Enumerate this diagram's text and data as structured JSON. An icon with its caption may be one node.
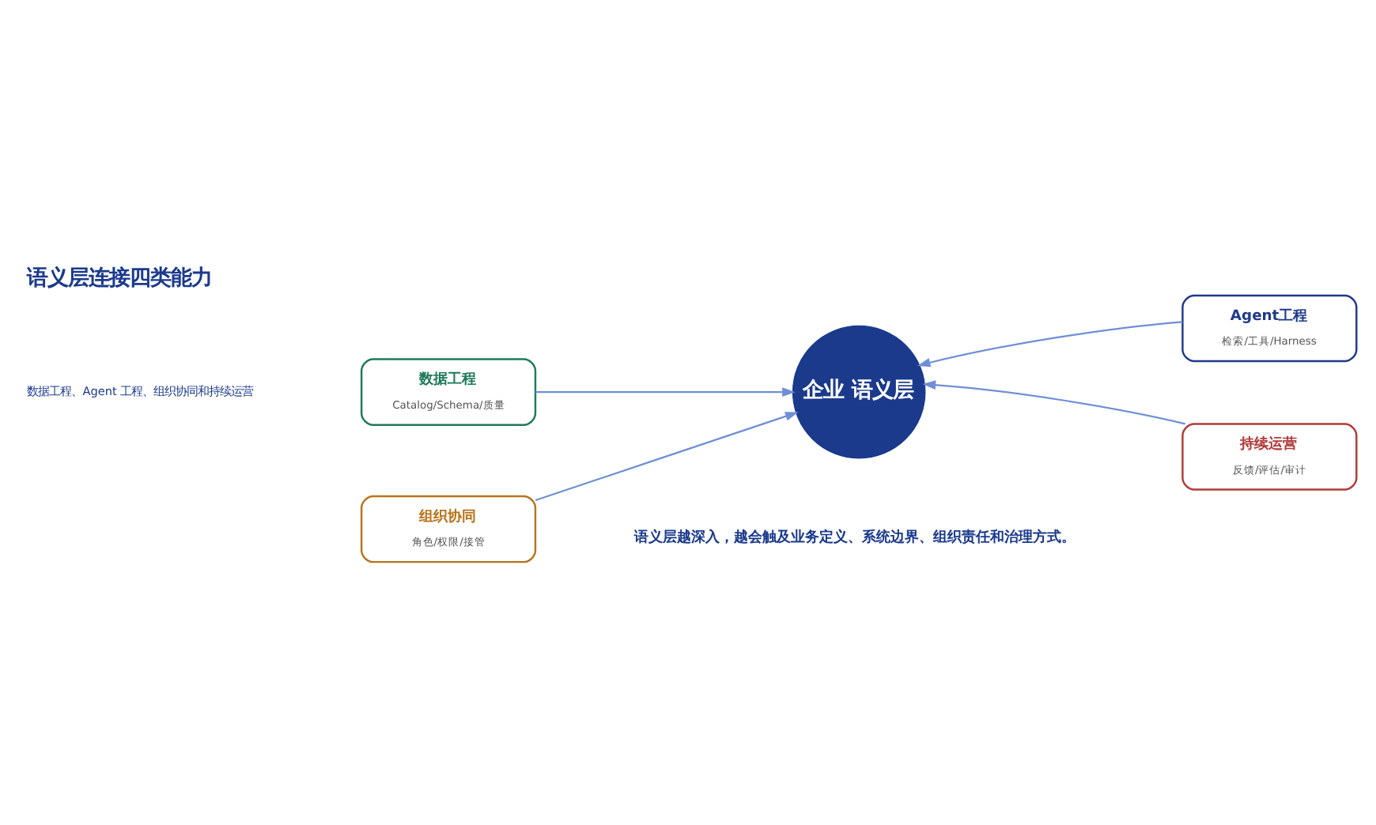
{
  "diagram": {
    "title": "语义层连接四类能力",
    "caption": "语义层越深入，越会触及业务定义、系统边界、组织责任和治理方式。",
    "nodes": [
      {
        "text": [
          "数据工程",
          "Catalog/Schema/质量"
        ]
      },
      {
        "text": [
          "Agent工程",
          "检索/工具/Harness"
        ]
      },
      {
        "text": [
          "企业 语义层"
        ]
      },
      {
        "text": [
          "组织协同",
          "角色/权限/接管"
        ]
      },
      {
        "text": [
          "持续运营",
          "反馈/评估/审计"
        ]
      }
    ],
    "edges": [
      {
        "from": 0,
        "to": 2,
        "arrow": "to"
      },
      {
        "from": 1,
        "to": 2,
        "arrow": "to"
      },
      {
        "from": 3,
        "to": 2,
        "arrow": "to"
      },
      {
        "from": 4,
        "to": 2,
        "arrow": "to"
      }
    ],
    "labels": [
      "数据工程、Agent 工程、组织协同和持续运营"
    ]
  }
}
